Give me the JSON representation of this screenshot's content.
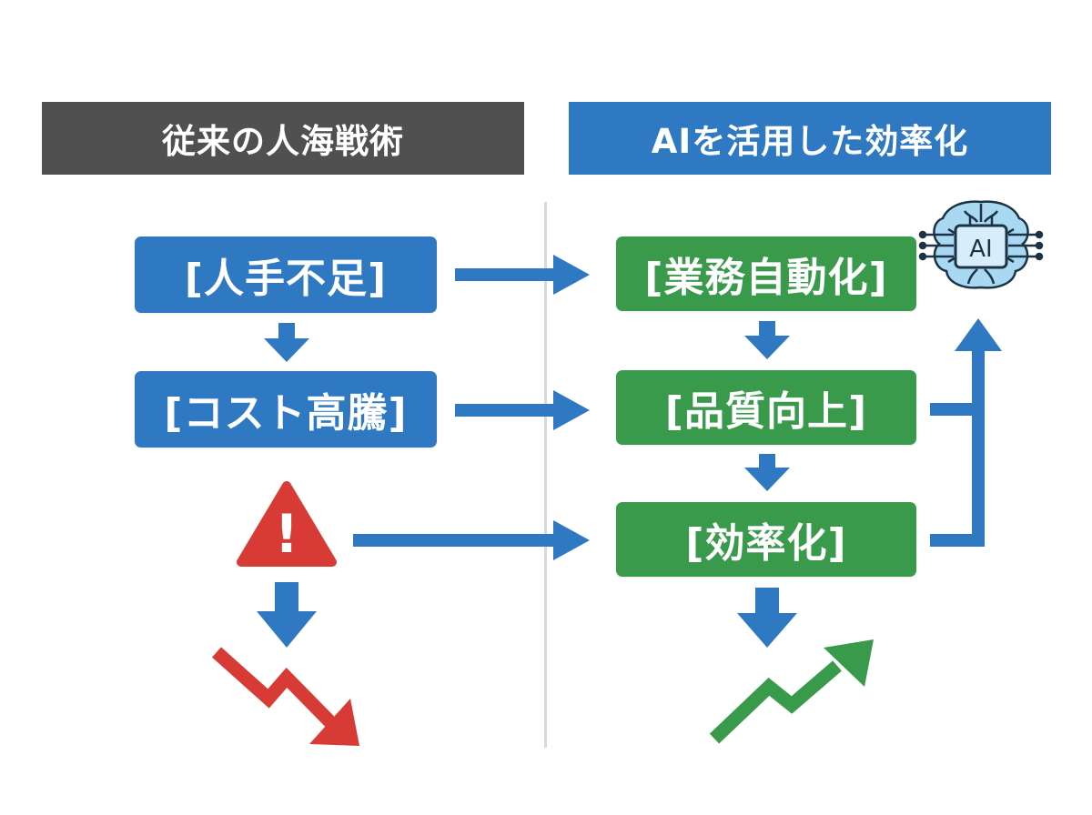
{
  "headers": {
    "left": "従来の人海戦術",
    "right": "AIを活用した効率化"
  },
  "left_boxes": [
    "[人手不足]",
    "[コスト高騰]"
  ],
  "right_boxes": [
    "[業務自動化]",
    "[品質向上]",
    "[効率化]"
  ],
  "ai_chip_label": "AI",
  "warning_symbol": "!",
  "icons": {
    "warning": "warning-triangle-icon",
    "trend_down": "trend-down-icon",
    "trend_up": "trend-up-icon",
    "ai": "ai-brain-chip-icon"
  },
  "colors": {
    "header_left": "#505050",
    "header_right": "#2f79c2",
    "box_blue": "#2f79c2",
    "box_green": "#3a9a4c",
    "arrow": "#2f79c2",
    "warning": "#d83b36",
    "trend_down": "#d83b36",
    "trend_up": "#3a9a4c"
  }
}
